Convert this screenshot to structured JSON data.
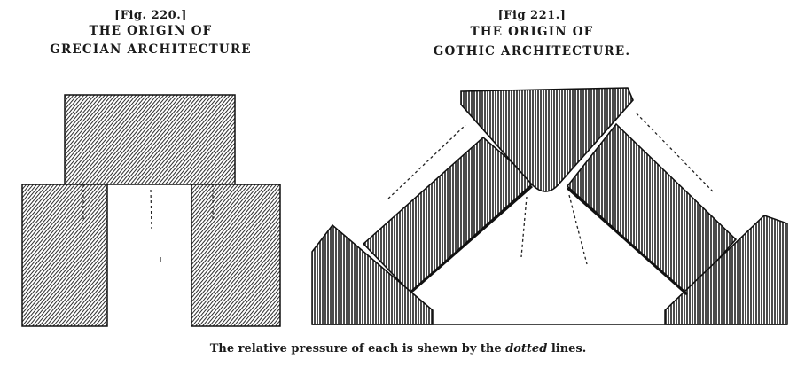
{
  "fig220": {
    "number": "[Fig. 220.]",
    "title_line1": "THE ORIGIN OF",
    "title_line2": "GRECIAN ARCHITECTURE"
  },
  "fig221": {
    "number": "[Fig 221.]",
    "title_line1": "THE ORIGIN OF",
    "title_line2": "GOTHIC ARCHITECTURE."
  },
  "caption": {
    "before": "The relative pressure of each is shewn by the ",
    "italic": "dotted",
    "after": " lines."
  }
}
